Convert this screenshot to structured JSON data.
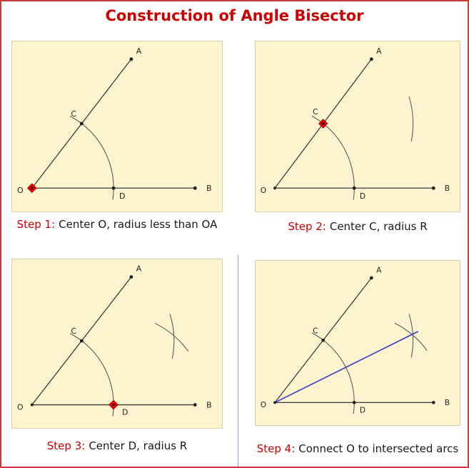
{
  "title": "Construction of Angle Bisector",
  "colors": {
    "accent_red": "#cc0000",
    "panel_background": "#fcf3cf",
    "page_border": "#cc3b3b",
    "bisector_blue": "#4444cc",
    "marker_red": "#e60000",
    "divider_blue": "#9aa5cc"
  },
  "point_labels": {
    "A": "A",
    "B": "B",
    "C": "C",
    "D": "D",
    "O": "O"
  },
  "steps": [
    {
      "prefix": "Step 1:",
      "text": "Center O, radius less than OA"
    },
    {
      "prefix": "Step 2:",
      "text": "Center C, radius R"
    },
    {
      "prefix": "Step 3:",
      "text": "Center D, radius R"
    },
    {
      "prefix": "Step 4:",
      "text": "Connect O to intersected arcs"
    }
  ]
}
